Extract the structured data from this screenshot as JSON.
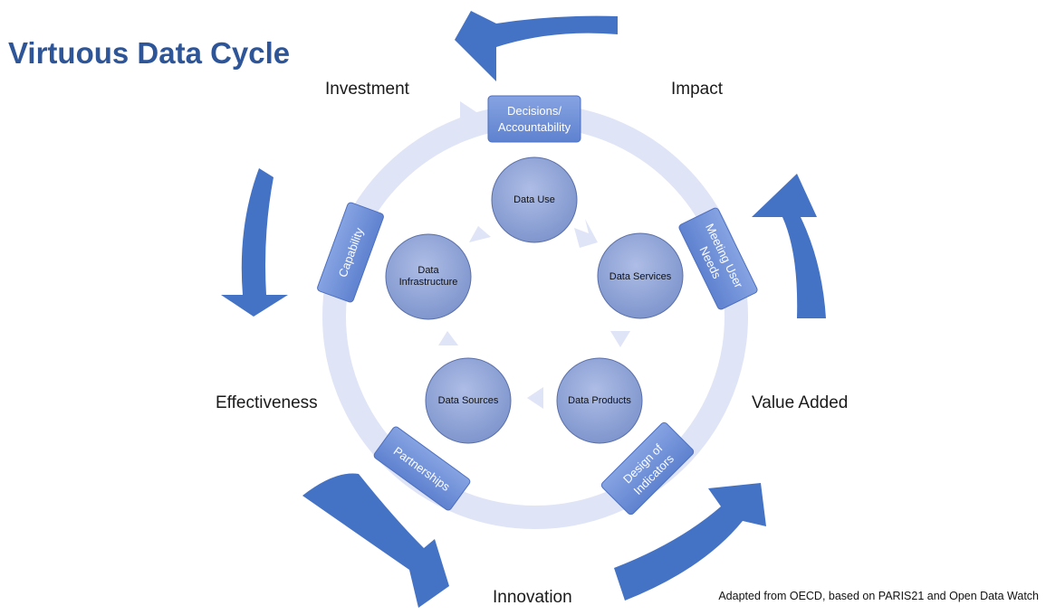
{
  "title": "Virtuous Data Cycle",
  "outer_labels": {
    "investment": "Investment",
    "impact": "Impact",
    "value_added": "Value Added",
    "innovation": "Innovation",
    "effectiveness": "Effectiveness"
  },
  "ring_boxes": {
    "decisions": [
      "Decisions/",
      "Accountability"
    ],
    "meeting_user_needs": [
      "Meeting User",
      "Needs"
    ],
    "design_of_indicators": [
      "Design of",
      "Indicators"
    ],
    "partnerships": [
      "Partnerships"
    ],
    "capability": [
      "Capability"
    ]
  },
  "inner_circles": {
    "data_use": [
      "Data Use"
    ],
    "data_services": [
      "Data Services"
    ],
    "data_products": [
      "Data Products"
    ],
    "data_sources": [
      "Data Sources"
    ],
    "data_infrastructure": [
      "Data",
      "Infrastructure"
    ]
  },
  "footnote": "Adapted from OECD, based on PARIS21 and Open Data Watch",
  "colors": {
    "title": "#2e5597",
    "big_arrows": "#4472c4",
    "ring": "#dde2f5",
    "boxes": "#6f90d8",
    "circles": "#8fa4d6"
  }
}
